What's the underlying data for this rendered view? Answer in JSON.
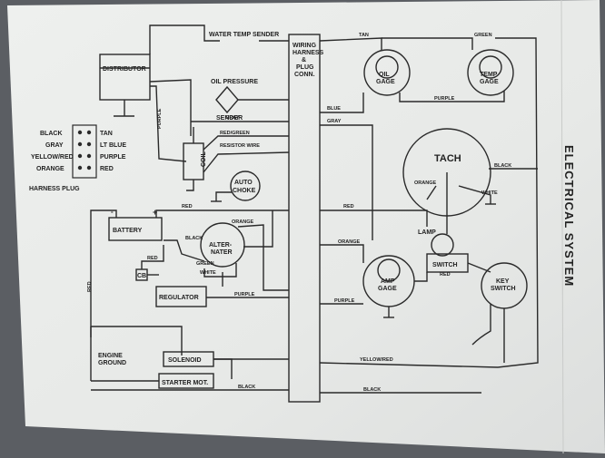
{
  "title": "ELECTRICAL SYSTEM",
  "components": {
    "water_temp_sender": "WATER TEMP SENDER",
    "distributor": "DISTRIBUTOR",
    "oil_pressure_sender": [
      "OIL PRESSURE",
      "SENDER"
    ],
    "wiring_harness": [
      "WIRING",
      "HARNESS",
      "&",
      "PLUG",
      "CONN."
    ],
    "oil_gage": [
      "OIL",
      "GAGE"
    ],
    "temp_gage": [
      "TEMP",
      "GAGE"
    ],
    "coil": "COIL",
    "tach": "TACH",
    "auto_choke": [
      "AUTO",
      "CHOKE"
    ],
    "battery": "BATTERY",
    "alternator": [
      "ALTER-",
      "NATER"
    ],
    "lamp": "LAMP",
    "switch": "SWITCH",
    "amp_gage": [
      "AMP",
      "GAGE"
    ],
    "key_switch": [
      "KEY",
      "SWITCH"
    ],
    "cb": "CB",
    "regulator": "REGULATOR",
    "engine_ground": [
      "ENGINE",
      "GROUND"
    ],
    "solenoid": "SOLENOID",
    "starter": "STARTER MOT."
  },
  "harness_plug": {
    "title": "HARNESS PLUG",
    "left": [
      "BLACK",
      "GRAY",
      "YELLOW/RED",
      "ORANGE"
    ],
    "right": [
      "TAN",
      "LT BLUE",
      "PURPLE",
      "RED"
    ]
  },
  "wire_labels": {
    "tan": "TAN",
    "green": "GREEN",
    "blue": "BLUE",
    "purple": "PURPLE",
    "gray": "GRAY",
    "red_green": "RED/GREEN",
    "resistor_wire": "RESISTOR WIRE",
    "black": "BLACK",
    "orange": "ORANGE",
    "white": "WHITE",
    "red": "RED",
    "yellow_red": "YELLOW/RED",
    "plus": "+",
    "minus": "-"
  }
}
